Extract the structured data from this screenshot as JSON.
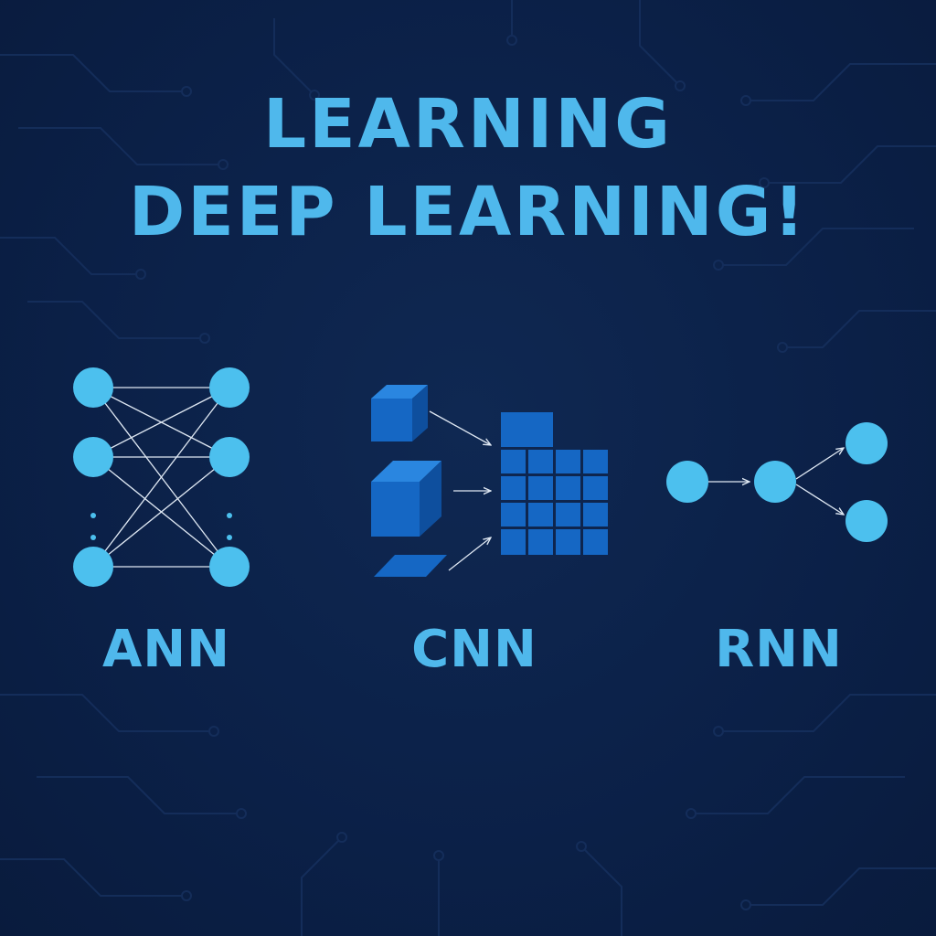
{
  "title": {
    "line1": "LEARNING",
    "line2": "DEEP LEARNING!"
  },
  "networks": [
    {
      "label": "ANN"
    },
    {
      "label": "CNN"
    },
    {
      "label": "RNN"
    }
  ],
  "colors": {
    "background": "#0c2048",
    "accent": "#4fb8ec",
    "node": "#4cc0ee",
    "cube_front": "#1567c4",
    "cube_top": "#2a86e0",
    "cube_side": "#0e4f9e",
    "connector": "#dfe8f3"
  }
}
